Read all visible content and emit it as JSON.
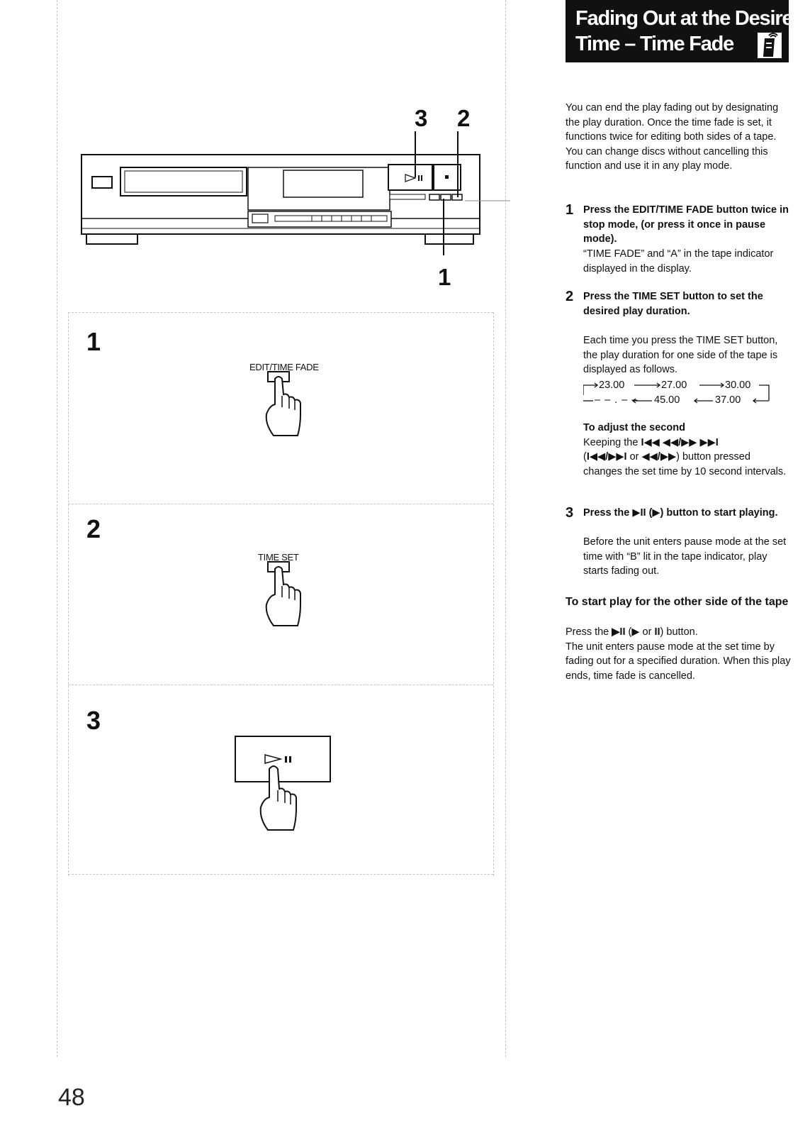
{
  "header": {
    "title_line1": "Fading Out at the Desired",
    "title_line2": "Time – Time Fade"
  },
  "intro": "You can end the play fading out by designating the play duration. Once the time fade is set, it functions twice for editing both sides of a tape. You can change discs without cancelling this function and use it in any play mode.",
  "steps": [
    {
      "number": "1",
      "heading": "Press the EDIT/TIME FADE button twice in stop mode, (or press it once in pause mode).",
      "body": "“TIME FADE” and “A” in the tape indicator displayed in the display."
    },
    {
      "number": "2",
      "heading": "Press the TIME SET button to set the desired play duration.",
      "body": "Each time you press the TIME SET button, the play duration for one side of the tape is displayed as follows.",
      "sequence": {
        "top": [
          "23.00",
          "27.00",
          "30.00"
        ],
        "bottom_dashes": "– – . – –",
        "bottom": [
          "45.00",
          "37.00"
        ]
      },
      "adjust_heading": "To adjust the second",
      "adjust_body_1": "Keeping the",
      "adjust_symbols_1": "I◀◀ ◀◀/▶▶ ▶▶I",
      "adjust_body_2a": "(",
      "adjust_symbols_2": "I◀◀/▶▶I",
      "adjust_or": " or ",
      "adjust_symbols_3": "◀◀/▶▶",
      "adjust_body_2b": ") button pressed",
      "adjust_body_3": "changes the set time by 10 second intervals."
    },
    {
      "number": "3",
      "heading_a": "Press the ",
      "heading_sym": "▶II",
      "heading_b": " (▶) button to start playing.",
      "body": "Before the unit enters pause mode at the set time with “B” lit in the tape indicator, play starts fading out."
    }
  ],
  "other_side": {
    "heading": "To start play for the other side of the tape",
    "line1_a": "Press the ",
    "line1_sym": "▶II",
    "line1_b": " (▶ or ",
    "line1_sym2": "II",
    "line1_c": ") button.",
    "body": "The unit enters pause mode at the set time by fading out for a specified duration. When this play ends, time fade is cancelled."
  },
  "figure": {
    "callout_3": "3",
    "callout_2": "2",
    "callout_1": "1",
    "panel1_step": "1",
    "panel1_label": "EDIT/TIME FADE",
    "panel2_step": "2",
    "panel2_label": "TIME SET",
    "panel3_step": "3"
  },
  "page_number": "48"
}
